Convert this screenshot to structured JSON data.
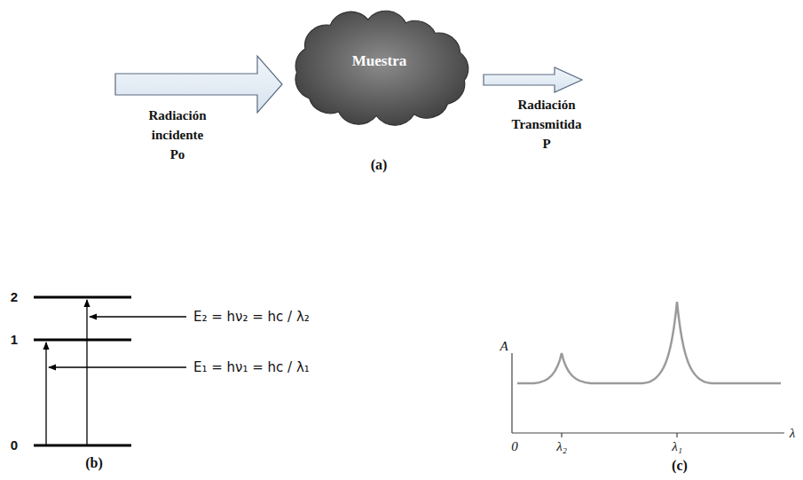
{
  "diagram": {
    "nodes": [
      {
        "text": [
          "Muestra"
        ]
      }
    ],
    "labels": [
      "Radiación incidente Po",
      "Radiación Transmitida P",
      "(a)",
      "2",
      "1",
      "0",
      "E₂ = hν₂ = hc / λ₂",
      "E₁ = hν₁ = hc / λ₁",
      "(b)",
      "A",
      "0",
      "λ₂",
      "λ₁",
      "λ",
      "(c)"
    ]
  }
}
